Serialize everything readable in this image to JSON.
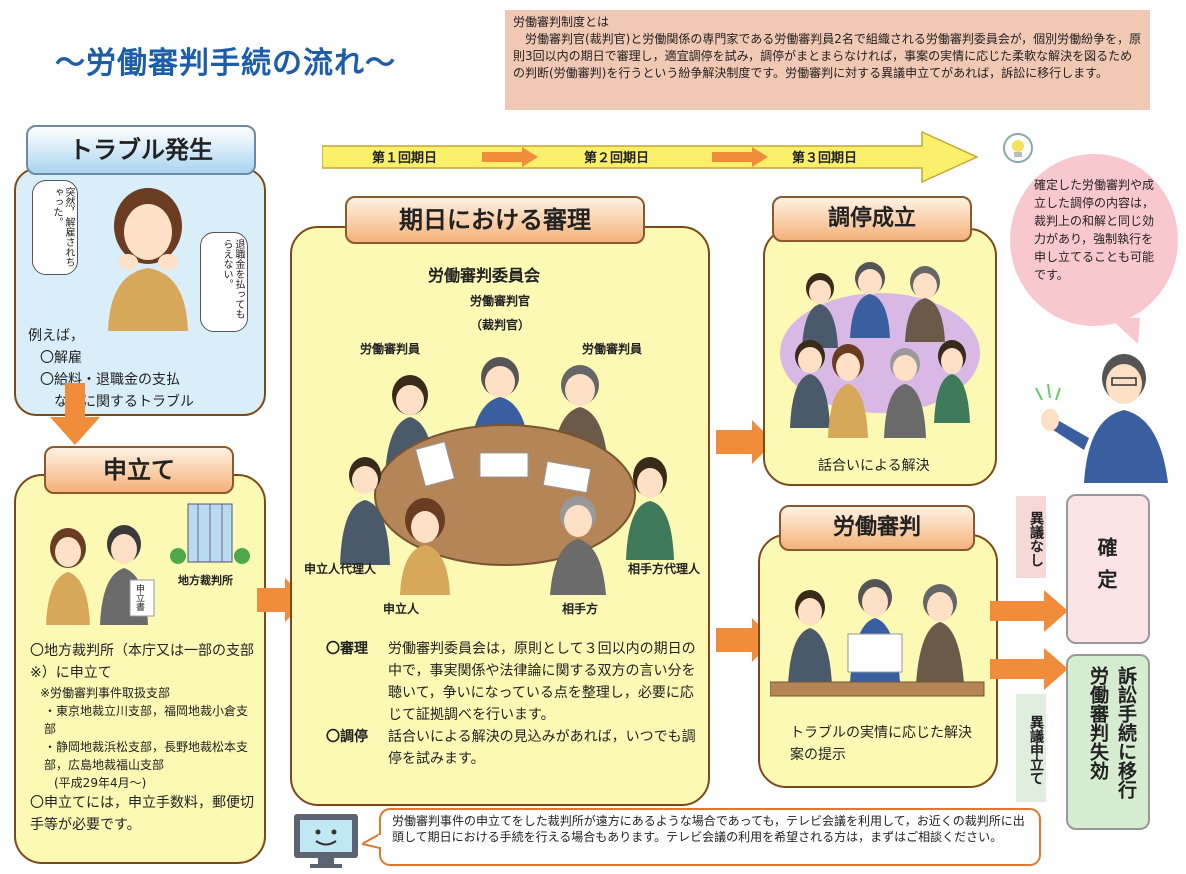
{
  "title": "～労働審判手続の流れ～",
  "info": {
    "heading": "労働審判制度とは",
    "body": "　労働審判官(裁判官)と労働関係の専門家である労働審判員2名で組織される労働審判委員会が，個別労働紛争を，原則3回以内の期日で審理し，適宜調停を試み，調停がまとまらなければ，事案の実情に応じた柔軟な解決を図るための判断(労働審判)を行うという紛争解決制度です。労働審判に対する異議申立てがあれば，訴訟に移行します。"
  },
  "timeline": [
    "第１回期日",
    "第２回期日",
    "第３回期日"
  ],
  "trouble": {
    "header": "トラブル発生",
    "bubble1": "突然，解雇されちゃった。",
    "bubble2": "退職金を払ってもらえない。",
    "text": [
      "例えば，",
      "〇解雇",
      "〇給料・退職金の支払",
      "　などに関するトラブル"
    ]
  },
  "filing": {
    "header": "申立て",
    "court_label": "地方裁判所",
    "doc_label": "申立書",
    "text1": "〇地方裁判所（本庁又は一部の支部※）に申立て",
    "note_heading": "※労働審判事件取扱支部",
    "note1": "・東京地裁立川支部，福岡地裁小倉支部",
    "note2": "・静岡地裁浜松支部，長野地裁松本支部，広島地裁福山支部",
    "note3": "(平成29年4月～)",
    "text2": "〇申立てには，申立手数料，郵便切手等が必要です。"
  },
  "hearing": {
    "header": "期日における審理",
    "committee": "労働審判委員会",
    "judge": "労働審判官",
    "judge_sub": "（裁判官）",
    "member_left": "労働審判員",
    "member_right": "労働審判員",
    "applicant_agent": "申立人代理人",
    "applicant": "申立人",
    "respondent": "相手方",
    "respondent_agent": "相手方代理人",
    "p1_label": "〇審理",
    "p1_text": "労働審判委員会は，原則として３回以内の期日の中で，事実関係や法律論に関する双方の言い分を聴いて，争いになっている点を整理し，必要に応じて証拠調べを行います。",
    "p2_label": "〇調停",
    "p2_text": "話合いによる解決の見込みがあれば，いつでも調停を試みます。"
  },
  "mediation": {
    "header": "調停成立",
    "caption": "話合いによる解決"
  },
  "judgment": {
    "header": "労働審判",
    "caption": "トラブルの実情に応じた解決案の提示"
  },
  "speech": "確定した労働審判や成立した調停の内容は，裁判上の和解と同じ効力があり，強制執行を申し立てることも可能です。",
  "no_objection": "異議なし",
  "objection": "異議申立て",
  "final": "確定",
  "lawsuit": "訴訟手続に移行　労働審判失効",
  "tv_note": "労働審判事件の申立てをした裁判所が遠方にあるような場合であっても，テレビ会議を利用して，お近くの裁判所に出頭して期日における手続を行える場合もあります。テレビ会議の利用を希望される方は，まずはご相談ください。",
  "colors": {
    "title": "#1e5ea8",
    "panel_bg": "#fcf9b4",
    "arrow": "#f08c3a",
    "info_bg": "#f1c8b4",
    "lawsuit_bg": "#d5ecd0",
    "final_bg": "#fbe3e6"
  }
}
